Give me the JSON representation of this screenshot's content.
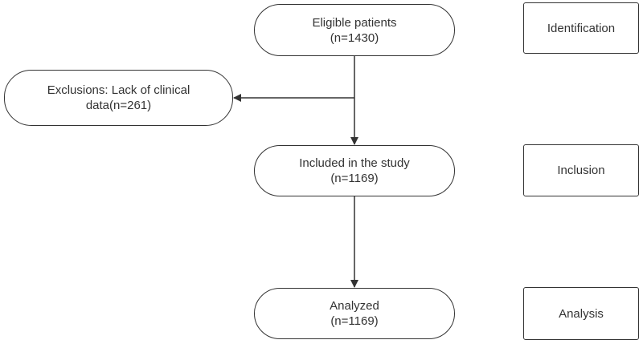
{
  "flow": {
    "eligible": {
      "line1": "Eligible patients",
      "line2": "(n=1430)"
    },
    "exclusions": {
      "line1": "Exclusions: Lack of clinical",
      "line2": "data(n=261)"
    },
    "included": {
      "line1": "Included in the study",
      "line2": "(n=1169)"
    },
    "analyzed": {
      "line1": "Analyzed",
      "line2": "(n=1169)"
    }
  },
  "stages": {
    "identification": "Identification",
    "inclusion": "Inclusion",
    "analysis": "Analysis"
  },
  "colors": {
    "stroke": "#333333",
    "text": "#333333",
    "background": "#ffffff"
  }
}
